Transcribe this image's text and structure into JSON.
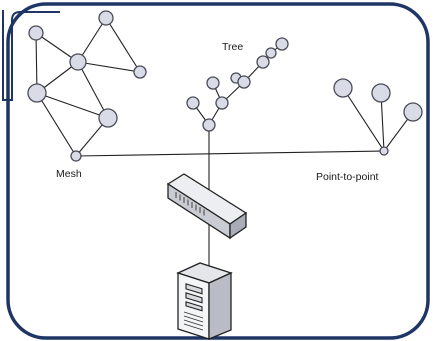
{
  "labels": {
    "mesh": "Mesh",
    "tree": "Tree",
    "point_to_point": "Point-to-point"
  },
  "colors": {
    "frame_border": "#1f3566",
    "node_fill": "#d9dbe6",
    "node_stroke": "#4a4c57",
    "line": "#222222"
  },
  "icons": [
    "network-switch-icon",
    "server-tower-icon"
  ]
}
